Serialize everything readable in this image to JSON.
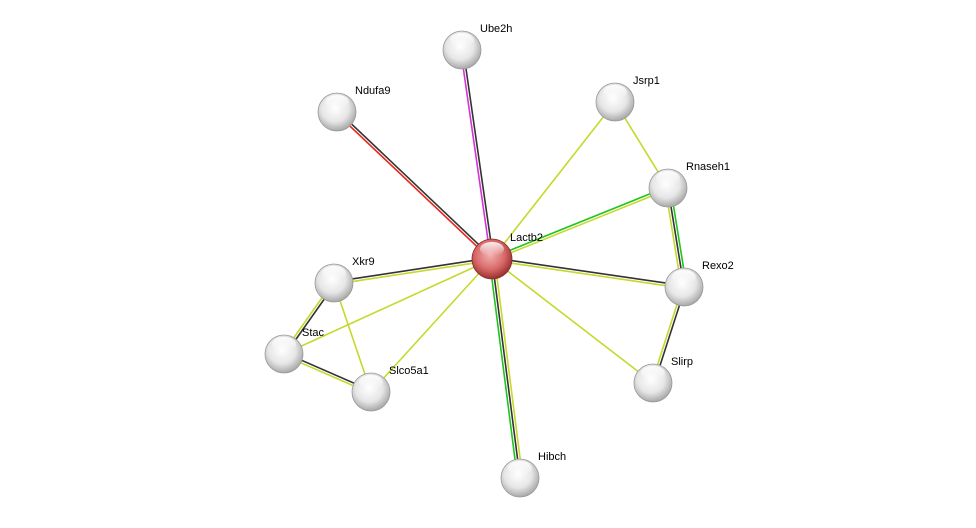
{
  "colors": {
    "textmining": "#c6d92a",
    "coexpression": "#333333",
    "neighborhood": "#1fc41f",
    "experiments": "#d633d6",
    "database": "#e8261c",
    "query_node": "#d24b4b",
    "node": "#e8e8e8"
  },
  "nodes": [
    {
      "id": "Lactb2",
      "label": "Lactb2",
      "query": true
    },
    {
      "id": "Ube2h",
      "label": "Ube2h"
    },
    {
      "id": "Ndufa9",
      "label": "Ndufa9"
    },
    {
      "id": "Jsrp1",
      "label": "Jsrp1"
    },
    {
      "id": "Rnaseh1",
      "label": "Rnaseh1"
    },
    {
      "id": "Rexo2",
      "label": "Rexo2"
    },
    {
      "id": "Slirp",
      "label": "Slirp"
    },
    {
      "id": "Hibch",
      "label": "Hibch"
    },
    {
      "id": "Slco5a1",
      "label": "Slco5a1"
    },
    {
      "id": "Stac",
      "label": "Stac"
    },
    {
      "id": "Xkr9",
      "label": "Xkr9"
    }
  ],
  "edges": [
    {
      "a": "Lactb2",
      "b": "Ube2h",
      "types": [
        "experiments",
        "coexpression"
      ]
    },
    {
      "a": "Lactb2",
      "b": "Ndufa9",
      "types": [
        "database",
        "coexpression"
      ]
    },
    {
      "a": "Lactb2",
      "b": "Jsrp1",
      "types": [
        "textmining"
      ]
    },
    {
      "a": "Lactb2",
      "b": "Rnaseh1",
      "types": [
        "neighborhood",
        "textmining"
      ]
    },
    {
      "a": "Lactb2",
      "b": "Rexo2",
      "types": [
        "coexpression",
        "textmining"
      ]
    },
    {
      "a": "Lactb2",
      "b": "Slirp",
      "types": [
        "textmining"
      ]
    },
    {
      "a": "Lactb2",
      "b": "Hibch",
      "types": [
        "textmining",
        "coexpression",
        "neighborhood"
      ]
    },
    {
      "a": "Lactb2",
      "b": "Xkr9",
      "types": [
        "textmining",
        "coexpression"
      ]
    },
    {
      "a": "Lactb2",
      "b": "Stac",
      "types": [
        "textmining"
      ]
    },
    {
      "a": "Lactb2",
      "b": "Slco5a1",
      "types": [
        "textmining"
      ]
    },
    {
      "a": "Jsrp1",
      "b": "Rnaseh1",
      "types": [
        "textmining"
      ]
    },
    {
      "a": "Rnaseh1",
      "b": "Rexo2",
      "types": [
        "neighborhood",
        "coexpression",
        "textmining"
      ]
    },
    {
      "a": "Rexo2",
      "b": "Slirp",
      "types": [
        "coexpression",
        "textmining"
      ]
    },
    {
      "a": "Xkr9",
      "b": "Stac",
      "types": [
        "coexpression",
        "textmining"
      ]
    },
    {
      "a": "Xkr9",
      "b": "Slco5a1",
      "types": [
        "textmining"
      ]
    },
    {
      "a": "Stac",
      "b": "Slco5a1",
      "types": [
        "coexpression",
        "textmining"
      ]
    }
  ]
}
